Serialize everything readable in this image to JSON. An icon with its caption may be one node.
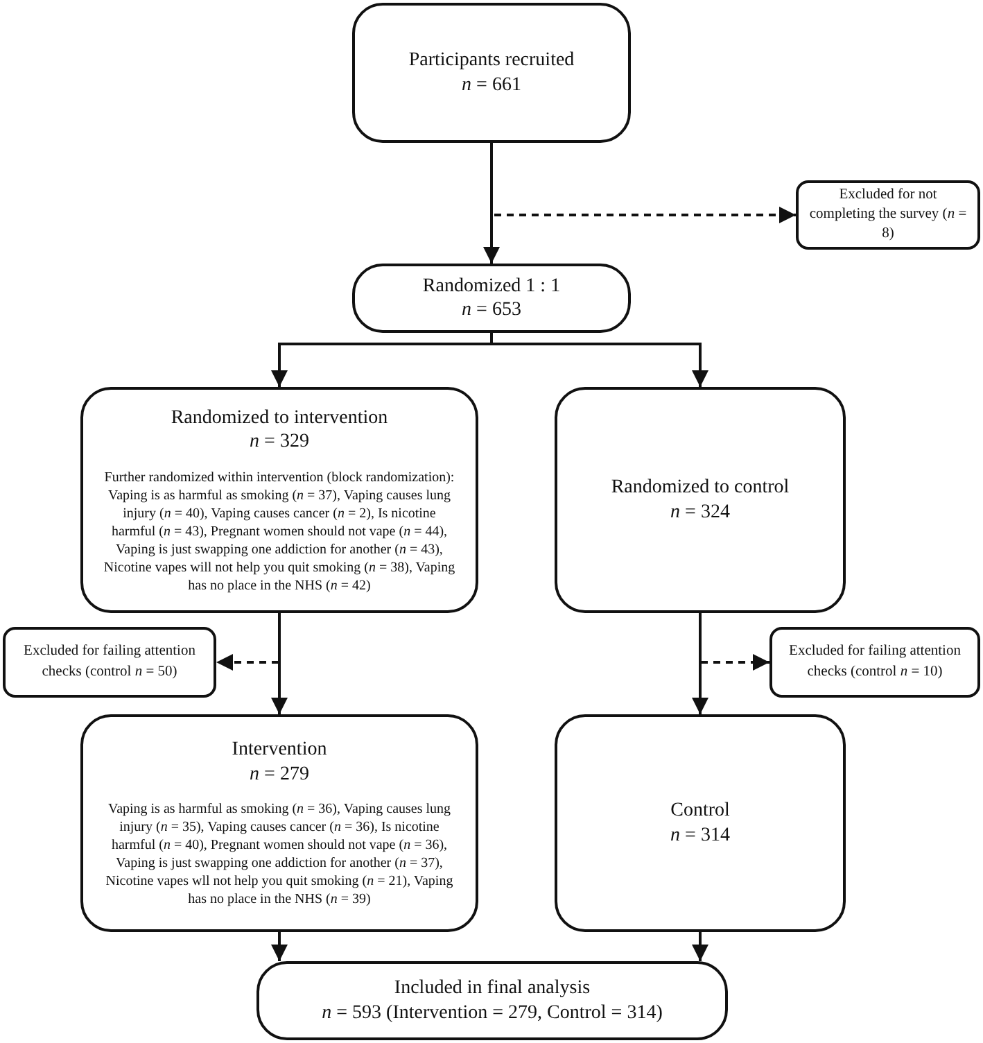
{
  "diagram": {
    "nodes": [
      {
        "text": [
          "Participants recruited",
          "*n* = 661"
        ]
      },
      {
        "text": [
          "Excluded for not completing the survey (*n* = 8)"
        ]
      },
      {
        "text": [
          "Randomized 1 : 1",
          "*n* = 653"
        ]
      },
      {
        "text": [
          "Randomized to intervention",
          "*n* = 329",
          "Further randomized within intervention (block randomization): Vaping is as harmful as smoking (*n* = 37), Vaping causes lung injury (*n* = 40), Vaping causes cancer (*n* =  2), Is nicotine harmful (*n* = 43), Pregnant women should not vape (*n* = 44), Vaping is just swapping one addiction for another (*n* = 43), Nicotine vapes will not help you quit smoking (*n* = 38), Vaping has no place in the NHS (*n* = 42)"
        ]
      },
      {
        "text": [
          "Randomized to control",
          "*n* = 324"
        ]
      },
      {
        "text": [
          "Excluded for failing attention checks (control *n* = 50)"
        ]
      },
      {
        "text": [
          "Excluded for failing attention checks (control *n* = 10)"
        ]
      },
      {
        "text": [
          "Intervention",
          "*n* = 279",
          "Vaping is as harmful as smoking (*n* = 36), Vaping causes lung injury (*n* = 35), Vaping causes cancer (*n* = 36), Is nicotine harmful (*n* = 40), Pregnant women should not vape (*n* = 36), Vaping is just swapping one addiction for another (*n* = 37), Nicotine vapes wll not help you quit smoking (*n* = 21), Vaping has no place in the NHS (*n* = 39)"
        ]
      },
      {
        "text": [
          "Control",
          "*n* = 314"
        ]
      },
      {
        "text": [
          "Included in final analysis",
          "*n* = 593 (Intervention = 279, Control = 314)"
        ]
      }
    ],
    "edges": [
      {
        "from": 0,
        "to": 2,
        "arrow": "to"
      },
      {
        "from": 0,
        "to": 1,
        "arrow": "to",
        "style": "dashed"
      },
      {
        "from": 2,
        "to": 3,
        "arrow": "to"
      },
      {
        "from": 2,
        "to": 4,
        "arrow": "to"
      },
      {
        "from": 3,
        "to": 7,
        "arrow": "to"
      },
      {
        "from": 3,
        "to": 5,
        "arrow": "to",
        "style": "dashed"
      },
      {
        "from": 4,
        "to": 8,
        "arrow": "to"
      },
      {
        "from": 4,
        "to": 6,
        "arrow": "to",
        "style": "dashed"
      },
      {
        "from": 7,
        "to": 9,
        "arrow": "to"
      },
      {
        "from": 8,
        "to": 9,
        "arrow": "to"
      }
    ]
  }
}
